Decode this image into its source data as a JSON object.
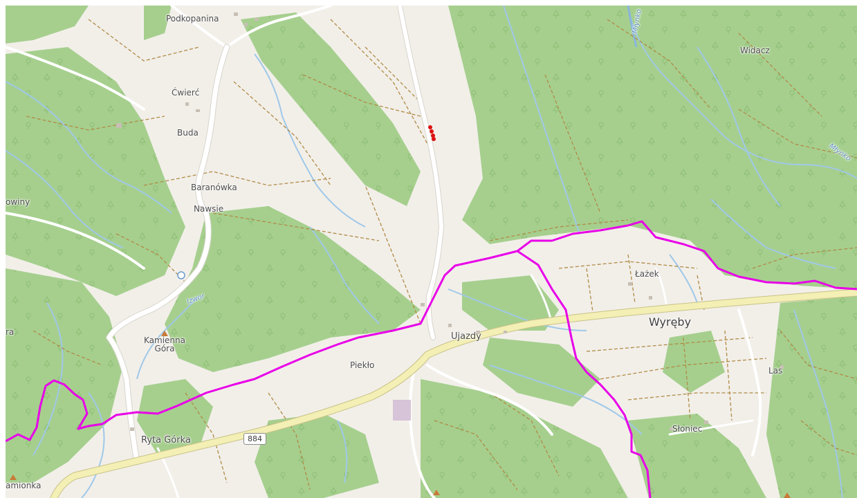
{
  "map": {
    "places": {
      "podkopanina": "Podkopanina",
      "cwierc": "Ćwierć",
      "buda": "Buda",
      "baranowka": "Baranówka",
      "nawsie": "Nawsie",
      "wowiny": "owiny",
      "kamienna_gora": "Kamienna\nGóra",
      "piekło": "Piekło",
      "ryta_gorka": "Ryta Górka",
      "kamionka": "amionka",
      "ujazdy": "Ujazdy",
      "wyreby": "Wyręby",
      "lazek": "Łażek",
      "las": "Las",
      "sloniec": "Słoniec",
      "widacz": "Widacz",
      "ra": "ra"
    },
    "waterways": {
      "izwor": "Izwor",
      "mlynko": "Młynko"
    },
    "roads": {
      "ref_884": "884"
    },
    "colors": {
      "background": "#f2efe9",
      "forest": "#a6cf8e",
      "water": "#a0c8e8",
      "road_primary": "#f3efb5",
      "track": "#b08a45",
      "route": "#e800e8",
      "marker": "#dd1111"
    },
    "icons": {
      "peak": "peak-triangle-icon",
      "marker": "red-marker-icon",
      "spring": "spring-circle-icon"
    }
  }
}
